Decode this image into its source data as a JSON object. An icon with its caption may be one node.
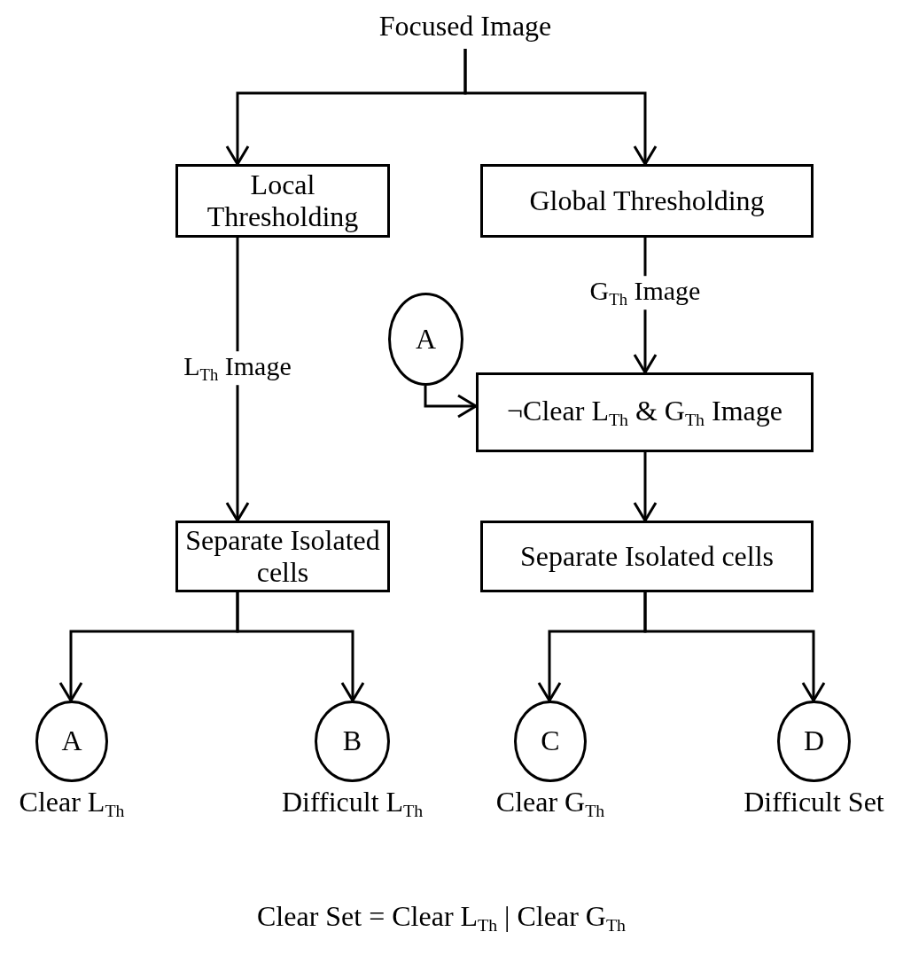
{
  "diagram": {
    "nodes": [
      {
        "text": [
          "Focused Image"
        ]
      },
      {
        "text": [
          "Local Thresholding"
        ]
      },
      {
        "text": [
          "Global Thresholding"
        ]
      },
      {
        "text": [
          "A"
        ]
      },
      {
        "text": [
          "¬Clear L$_{Th}$ & G$_{Th}$ Image"
        ]
      },
      {
        "text": [
          "Separate Isolated cells"
        ]
      },
      {
        "text": [
          "Separate Isolated cells"
        ]
      },
      {
        "text": [
          "A"
        ],
        "beside": [
          "Clear L$_{Th}$"
        ]
      },
      {
        "text": [
          "B"
        ],
        "beside": [
          "Difficult L$_{Th}$"
        ]
      },
      {
        "text": [
          "C"
        ],
        "beside": [
          "Clear G$_{Th}$"
        ]
      },
      {
        "text": [
          "D"
        ],
        "beside": [
          "Difficult Set"
        ]
      }
    ],
    "edges": [
      {
        "from": 0,
        "to": 1,
        "arrow": "to"
      },
      {
        "from": 0,
        "to": 2,
        "arrow": "to"
      },
      {
        "from": 1,
        "to": 5,
        "arrow": "to",
        "label": "L$_{Th}$ Image"
      },
      {
        "from": 2,
        "to": 4,
        "arrow": "to",
        "label": "G$_{Th}$ Image"
      },
      {
        "from": 3,
        "to": 4,
        "arrow": "to"
      },
      {
        "from": 4,
        "to": 6,
        "arrow": "to"
      },
      {
        "from": 5,
        "to": 7,
        "arrow": "to"
      },
      {
        "from": 5,
        "to": 8,
        "arrow": "to"
      },
      {
        "from": 6,
        "to": 9,
        "arrow": "to"
      },
      {
        "from": 6,
        "to": 10,
        "arrow": "to"
      }
    ],
    "labels": [
      "Clear Set =  Clear L$_{Th}$ | Clear G$_{Th}$"
    ]
  }
}
